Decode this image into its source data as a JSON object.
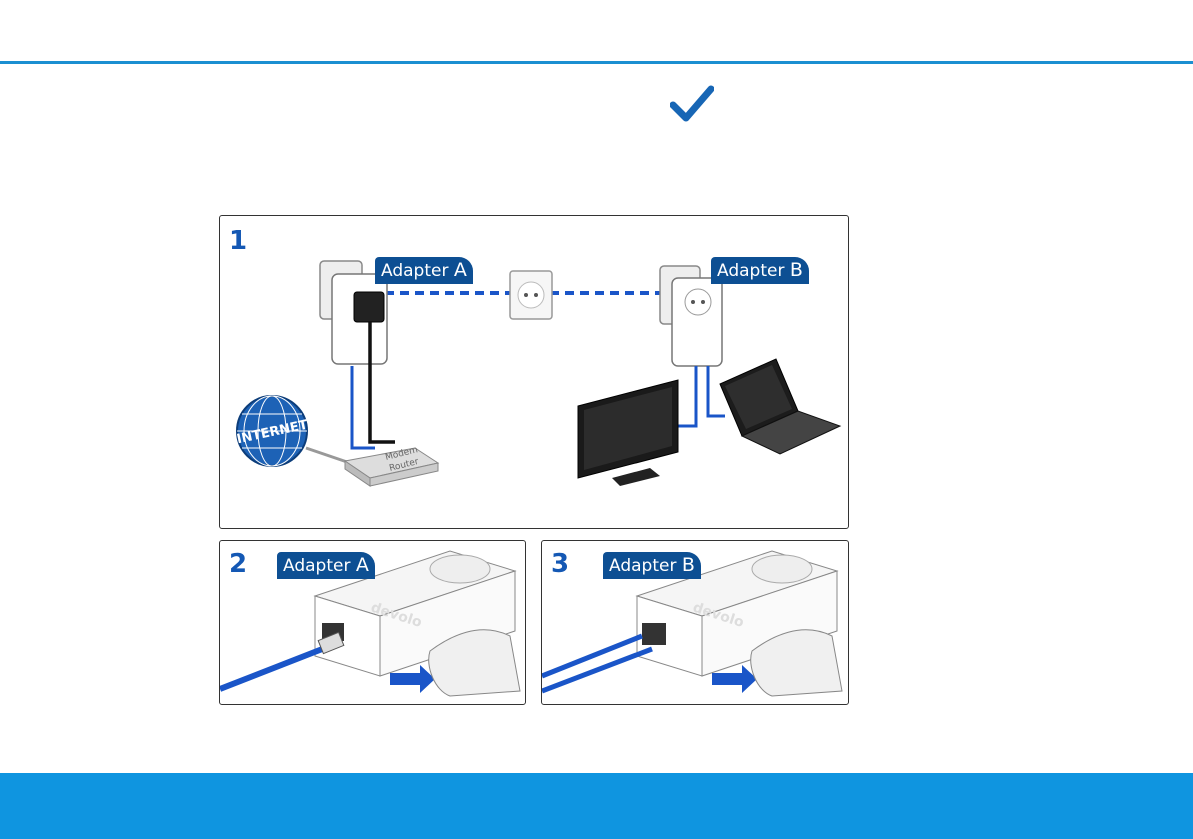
{
  "header": {
    "check_icon": "checkmark-icon",
    "accent": "#1b8fd1"
  },
  "figure": {
    "panel1": {
      "number": "1",
      "adapter_a_label": "Adapter",
      "adapter_a_letter": "A",
      "adapter_b_label": "Adapter",
      "adapter_b_letter": "B",
      "internet_label": "INTERNET",
      "router_label_1": "Modem",
      "router_label_2": "Router"
    },
    "panel2": {
      "number": "2",
      "label": "Adapter",
      "letter": "A"
    },
    "panel3": {
      "number": "3",
      "label": "Adapter",
      "letter": "B"
    },
    "brand": "devolo"
  },
  "footer": {
    "color": "#0f95e0"
  }
}
